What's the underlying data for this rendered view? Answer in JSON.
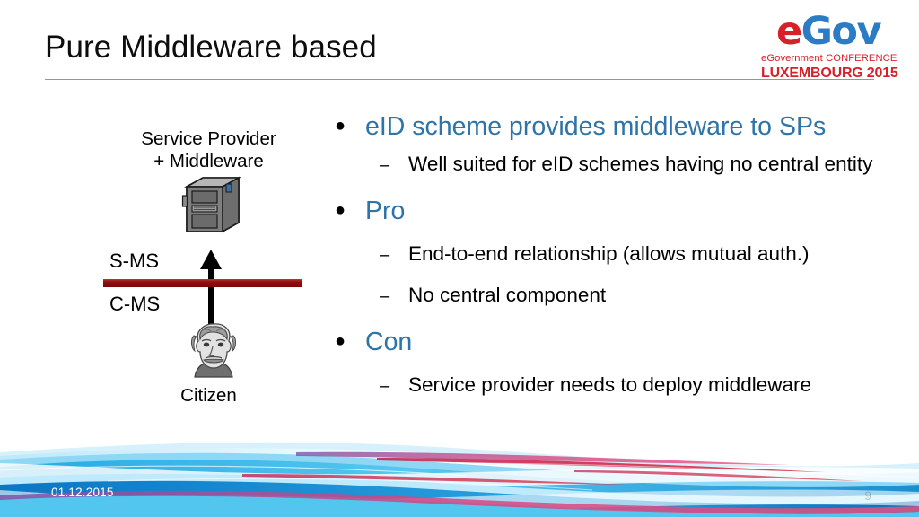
{
  "slide": {
    "title": "Pure Middleware based"
  },
  "logo": {
    "word_e": "e",
    "word_gov": "Gov",
    "subtitle1": "eGovernment CONFERENCE",
    "subtitle2": "LUXEMBOURG 2015",
    "red": "#d62128",
    "blue": "#2b7cc4"
  },
  "diagram": {
    "top_label": "Service Provider\n+ Middleware",
    "top_label_line1": "Service Provider",
    "top_label_line2": "+ Middleware",
    "above_line_label": "S-MS",
    "below_line_label": "C-MS",
    "bottom_label": "Citizen",
    "border_color": "#8f0d0d",
    "server_icon": "server-tower-icon",
    "person_icon": "citizen-face-icon",
    "arrow_icon": "double-headed-vertical-arrow-icon"
  },
  "content": {
    "bullet_marker": "●",
    "dash_marker": "–",
    "heading_color": "#2e74a8",
    "blocks": [
      {
        "heading": "eID scheme provides middleware to SPs",
        "subs": [
          "Well suited for eID schemes having no central entity"
        ]
      },
      {
        "heading": "Pro",
        "subs": [
          "End-to-end relationship (allows mutual auth.)",
          "No central component"
        ]
      },
      {
        "heading": "Con",
        "subs": [
          "Service provider needs to deploy middleware"
        ]
      }
    ]
  },
  "footer": {
    "date": "01.12.2015",
    "slide_number": "9"
  }
}
